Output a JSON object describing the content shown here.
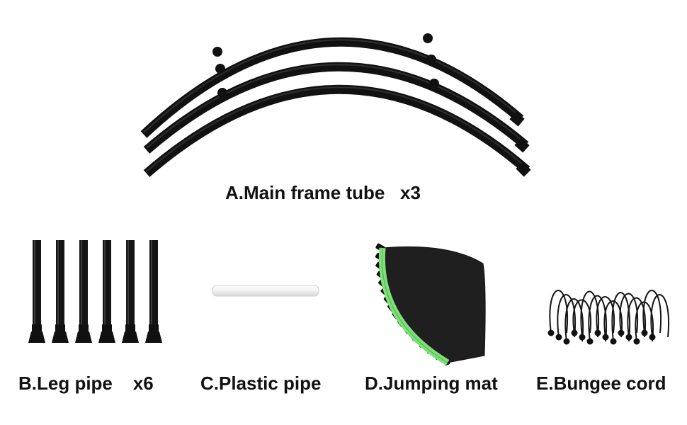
{
  "parts": [
    {
      "letter": "A",
      "name": "A.Main frame tube",
      "qty": "x3",
      "icon": "frame-tube-icon"
    },
    {
      "letter": "B",
      "name": "B.Leg pipe",
      "qty": "x6",
      "icon": "leg-pipe-icon"
    },
    {
      "letter": "C",
      "name": "C.Plastic pipe",
      "qty": "",
      "icon": "plastic-pipe-icon"
    },
    {
      "letter": "D",
      "name": "D.Jumping mat",
      "qty": "",
      "icon": "jumping-mat-icon"
    },
    {
      "letter": "E",
      "name": "E.Bungee cord",
      "qty": "",
      "icon": "bungee-cord-icon"
    }
  ],
  "colors": {
    "background": "#ffffff",
    "tube": "#111111",
    "mat": "#1a1a1a",
    "mat_trim": "#7fe07a",
    "plastic_pipe": "#f2f2f2",
    "text": "#111111"
  }
}
